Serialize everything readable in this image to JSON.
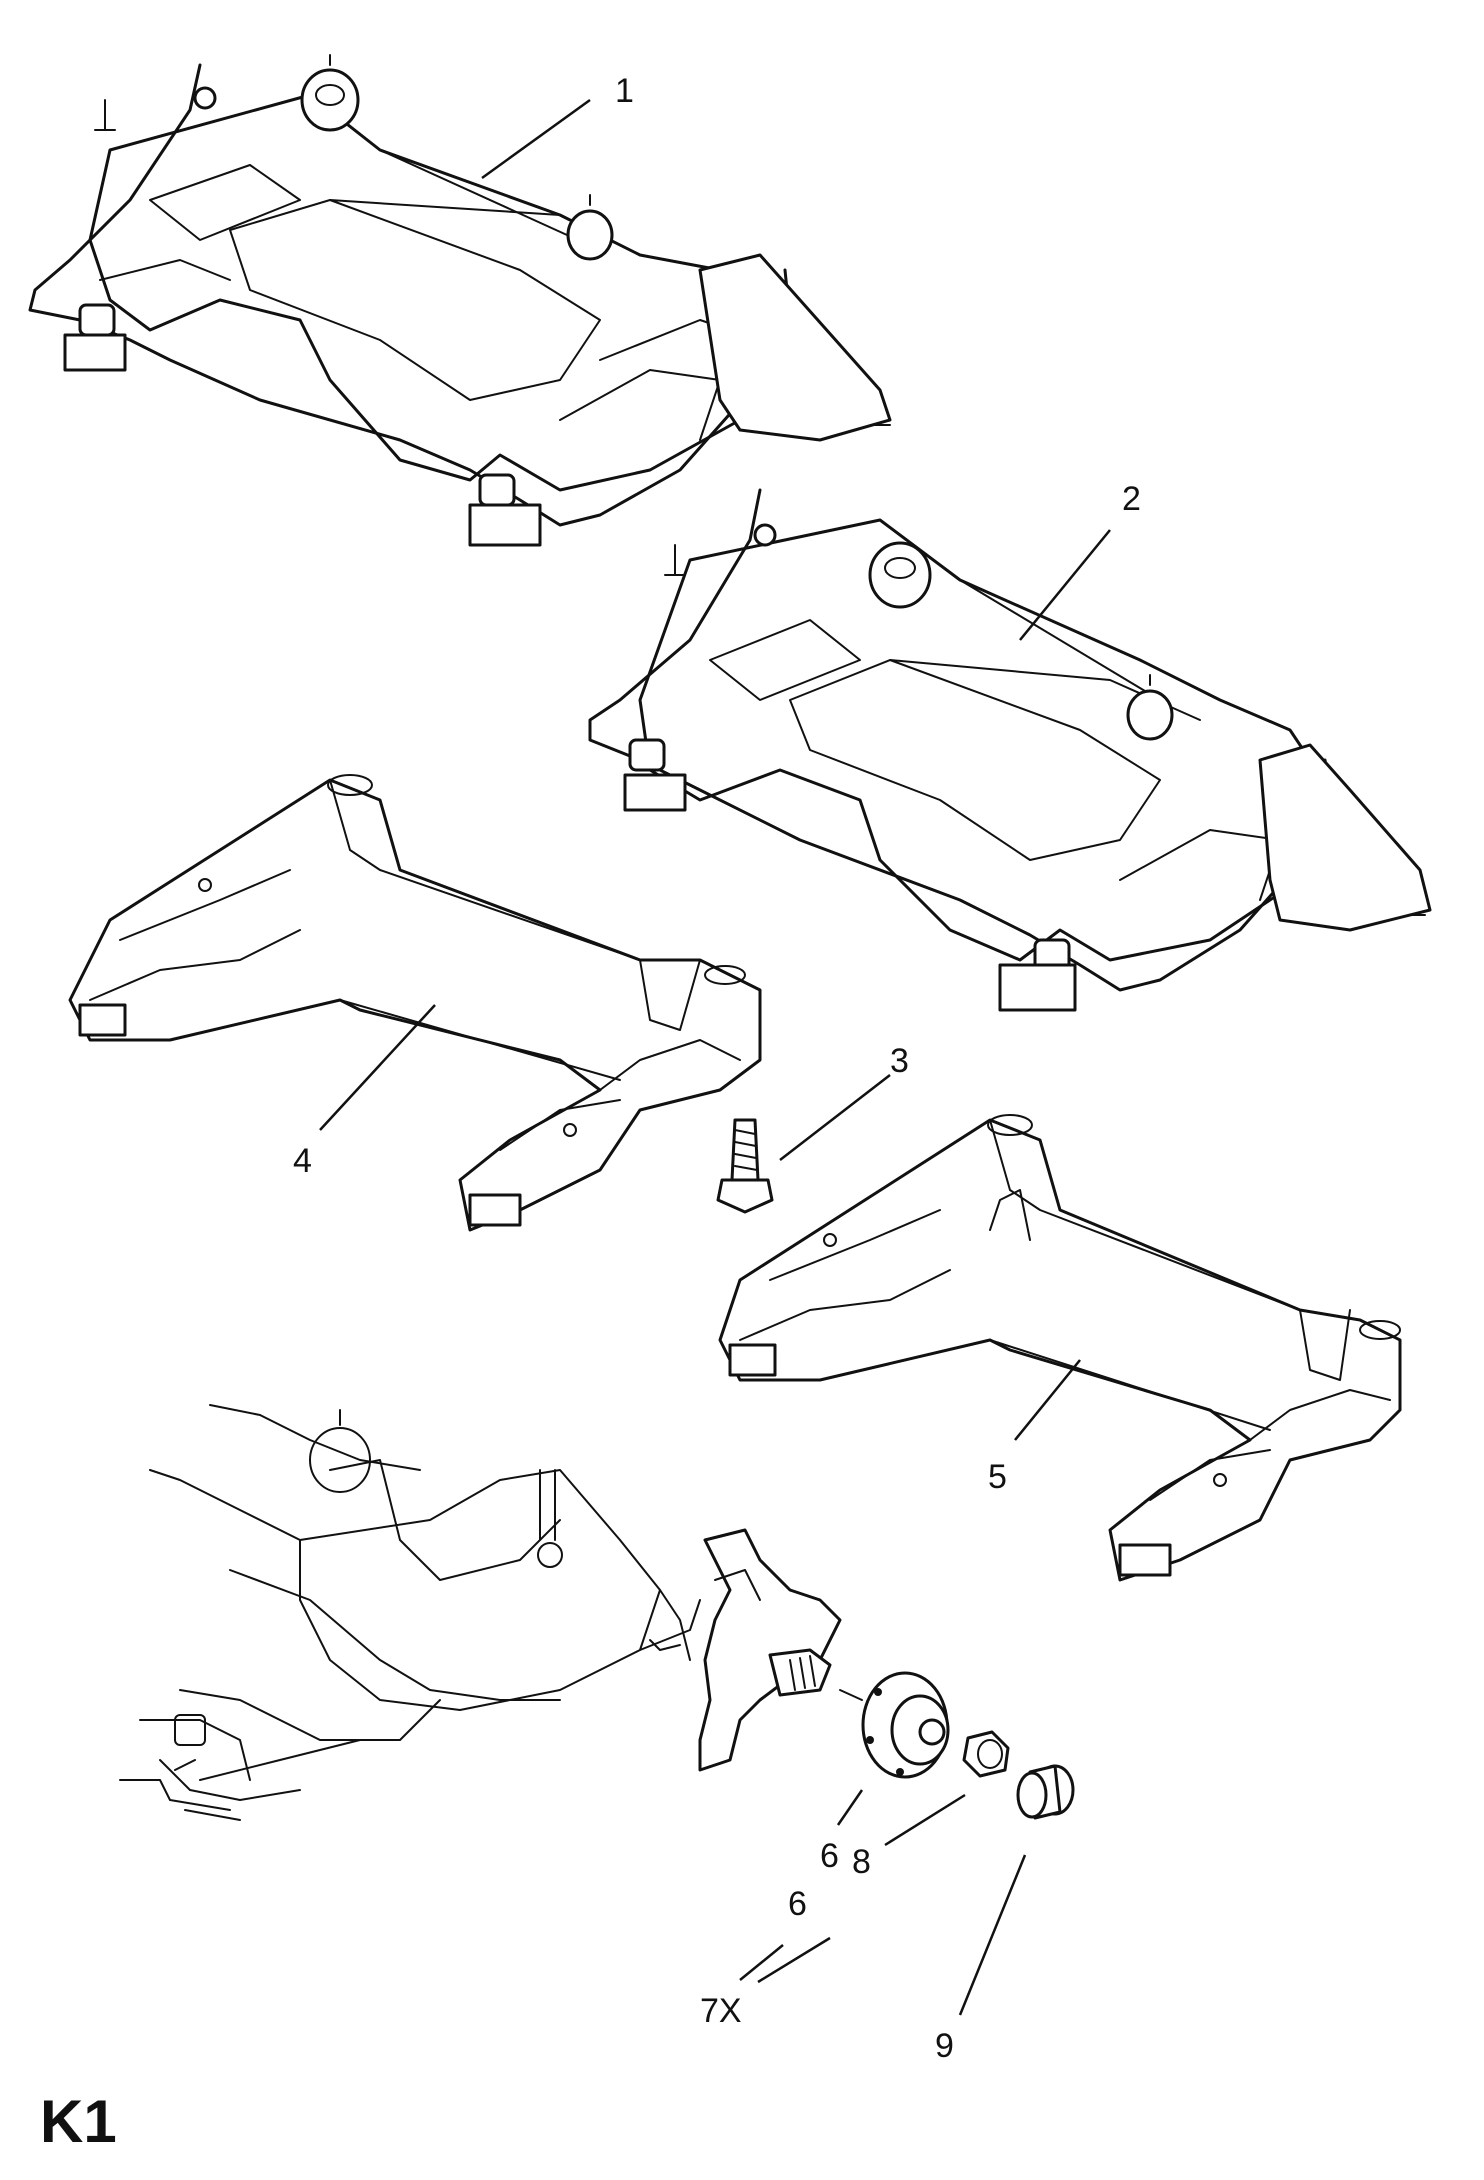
{
  "callouts": [
    {
      "id": "1",
      "text": "1"
    },
    {
      "id": "2",
      "text": "2"
    },
    {
      "id": "3",
      "text": "3"
    },
    {
      "id": "4",
      "text": "4"
    },
    {
      "id": "5",
      "text": "5"
    },
    {
      "id": "6-upper",
      "text": "6"
    },
    {
      "id": "6-lower",
      "text": "6"
    },
    {
      "id": "7x",
      "text": "7X"
    },
    {
      "id": "8",
      "text": "8"
    },
    {
      "id": "9",
      "text": "9"
    }
  ],
  "page_label": "K1",
  "colors": {
    "ink": "#111111",
    "background": "#ffffff"
  }
}
